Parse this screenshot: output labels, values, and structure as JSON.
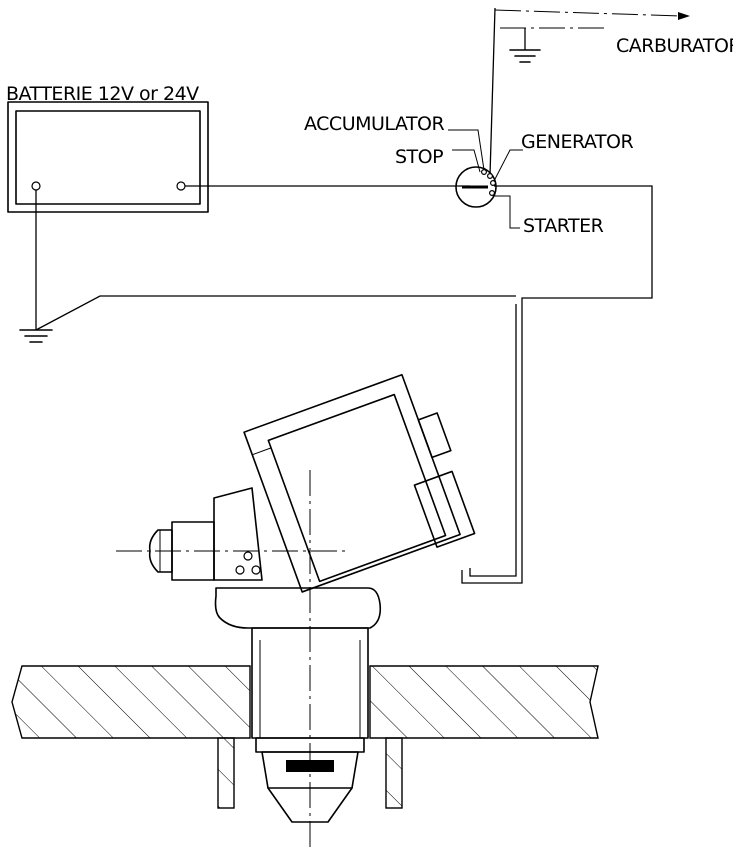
{
  "labels": {
    "battery": "BATTERIE  12V or 24V",
    "accumulator": "ACCUMULATOR",
    "stop": "STOP",
    "generator": "GENERATOR",
    "starter": "STARTER",
    "carburator": "CARBURATOR"
  }
}
